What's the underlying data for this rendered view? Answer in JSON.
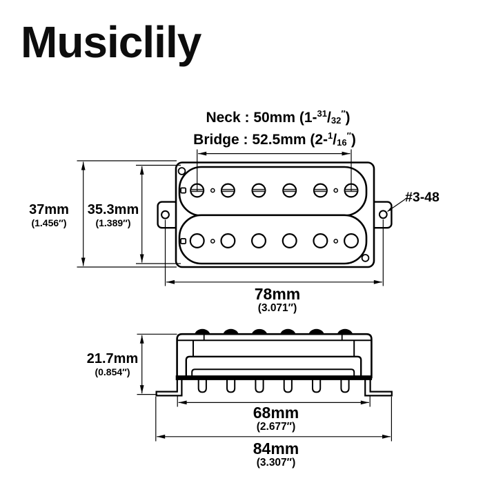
{
  "logo": {
    "text": "Musiclily"
  },
  "colors": {
    "ink": "#000000",
    "paper": "#ffffff",
    "pole_slot_fill": "#9a9a9a"
  },
  "labels": {
    "neck": {
      "main": "Neck : 50mm (1-",
      "numerator": "31",
      "slash": "/",
      "denominator": "32",
      "prime": "″",
      "paren": ")"
    },
    "bridge": {
      "main": "Bridge : 52.5mm (2-",
      "numerator": "1",
      "slash": "/",
      "denominator": "16",
      "prime": "″",
      "paren": ")"
    },
    "screw_thread": "#3-48",
    "dims": {
      "overall_height": {
        "mm": "37mm",
        "inch": "(1.456″)"
      },
      "bobbin_height": {
        "mm": "35.3mm",
        "inch": "(1.389″)"
      },
      "body_width": {
        "mm": "78mm",
        "inch": "(3.071″)"
      },
      "side_height": {
        "mm": "21.7mm",
        "inch": "(0.854″)"
      },
      "leg_span": {
        "mm": "68mm",
        "inch": "(2.677″)"
      },
      "overall_width": {
        "mm": "84mm",
        "inch": "(3.307″)"
      }
    }
  }
}
